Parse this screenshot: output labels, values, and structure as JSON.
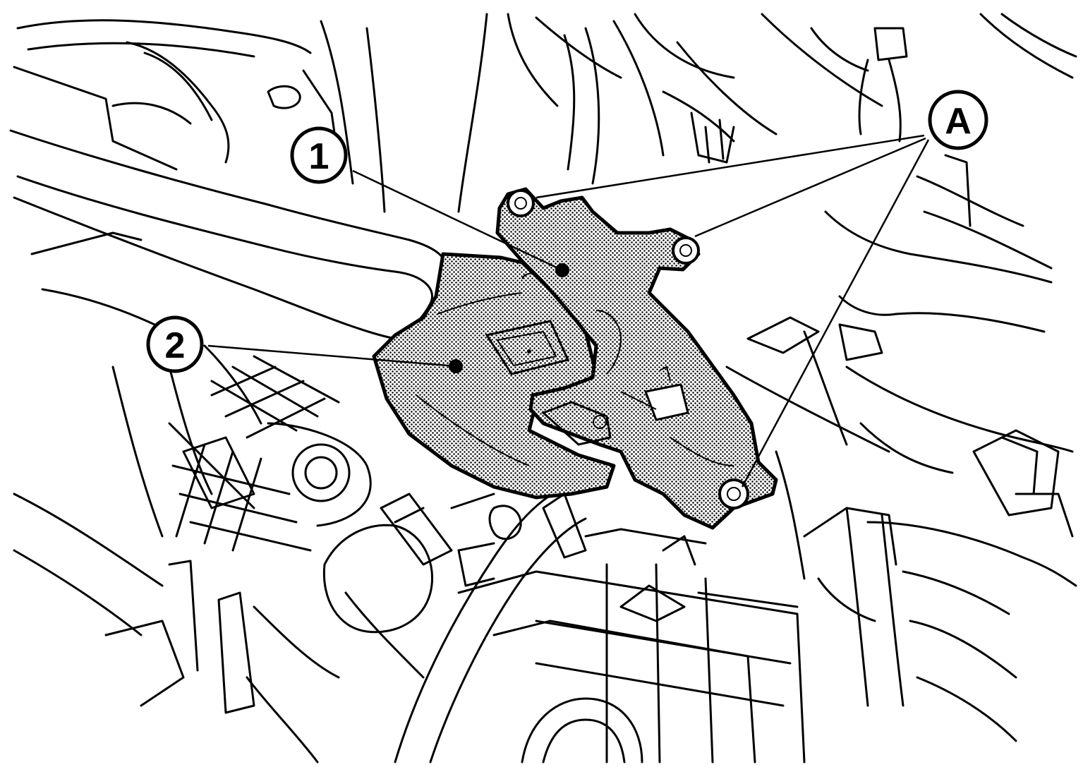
{
  "diagram": {
    "callouts": [
      {
        "id": "1",
        "label": "1"
      },
      {
        "id": "2",
        "label": "2"
      },
      {
        "id": "A",
        "label": "A"
      }
    ],
    "colors": {
      "ink": "#000000",
      "paper": "#ffffff",
      "stipple": "#000000"
    }
  }
}
